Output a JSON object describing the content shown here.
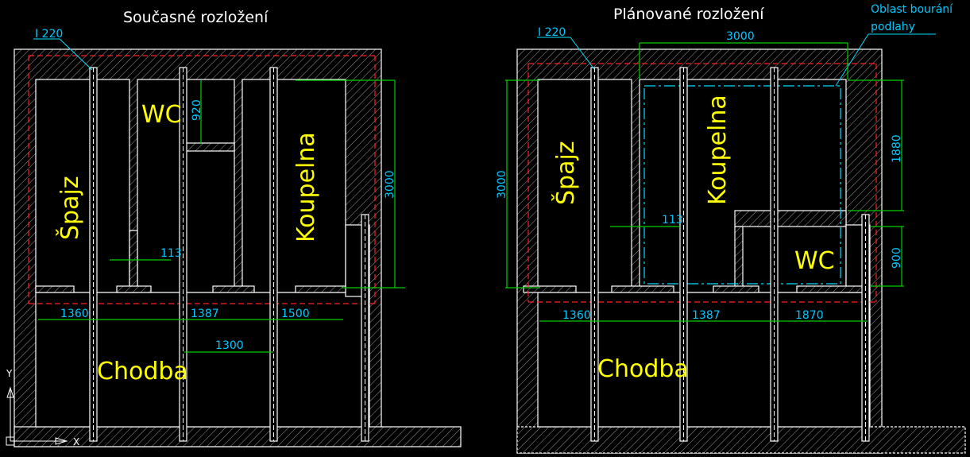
{
  "current": {
    "title": "Současné rozložení",
    "beam_label": "I 220",
    "rooms": {
      "spajz": "Špajz",
      "wc": "WC",
      "koupelna": "Koupelna",
      "chodba": "Chodba"
    },
    "dims": {
      "wc_height": "920",
      "total_height": "3000",
      "wall_gap": "113",
      "w1": "1360",
      "w2": "1387",
      "w3": "1500",
      "w4": "1300"
    }
  },
  "planned": {
    "title": "Plánované rozložení",
    "beam_label": "I 220",
    "demolition_label_1": "Oblast bourání",
    "demolition_label_2": "podlahy",
    "rooms": {
      "spajz": "Špajz",
      "koupelna": "Koupelna",
      "wc": "WC",
      "chodba": "Chodba"
    },
    "dims": {
      "top_width": "3000",
      "left_height": "3000",
      "bath_height": "1880",
      "wc_height": "900",
      "wall_gap": "113",
      "w1": "1360",
      "w2": "1387",
      "w3": "1870"
    }
  },
  "axes": {
    "x": "X",
    "y": "Y"
  },
  "colors": {
    "wall": "#ffffff",
    "dimension": "#00d000",
    "dim_text": "#00c8ff",
    "room_text": "#ffff00",
    "boundary": "#ff2020",
    "demolition": "#00e0ff"
  }
}
